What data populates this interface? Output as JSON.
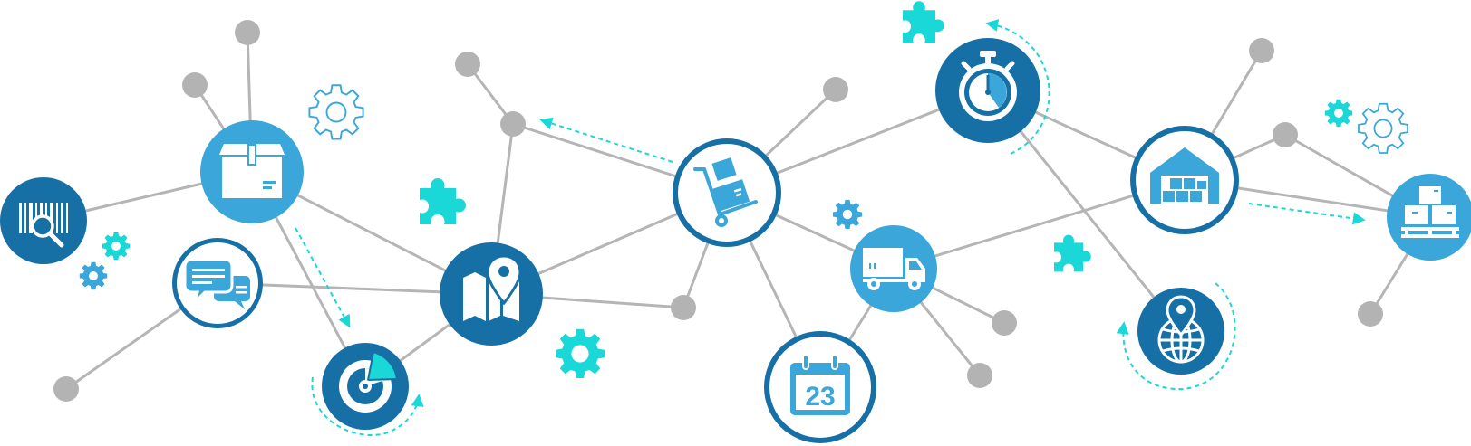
{
  "colors": {
    "edge": "#b5b5b5",
    "gray_node": "#b3b3b3",
    "dark_blue": "#1670a6",
    "light_blue": "#3aa6da",
    "teal": "#1ad7d8",
    "white": "#ffffff"
  },
  "nodes": [
    {
      "id": "barcode-node",
      "icon": "barcode-search-icon"
    },
    {
      "id": "box-node",
      "icon": "package-box-icon"
    },
    {
      "id": "chat-node",
      "icon": "chat-bubbles-icon"
    },
    {
      "id": "pie-node",
      "icon": "pie-chart-icon"
    },
    {
      "id": "map-node",
      "icon": "map-pin-icon"
    },
    {
      "id": "cart-node",
      "icon": "hand-truck-icon"
    },
    {
      "id": "truck-node",
      "icon": "delivery-truck-icon"
    },
    {
      "id": "calendar-node",
      "icon": "calendar-icon",
      "label": "23"
    },
    {
      "id": "stopwatch-node",
      "icon": "stopwatch-icon"
    },
    {
      "id": "warehouse-node",
      "icon": "warehouse-icon"
    },
    {
      "id": "globe-node",
      "icon": "globe-pin-icon"
    },
    {
      "id": "pallet-node",
      "icon": "pallet-boxes-icon"
    }
  ],
  "decorations": [
    "gear-icon",
    "puzzle-icon",
    "dashed-arrow"
  ]
}
